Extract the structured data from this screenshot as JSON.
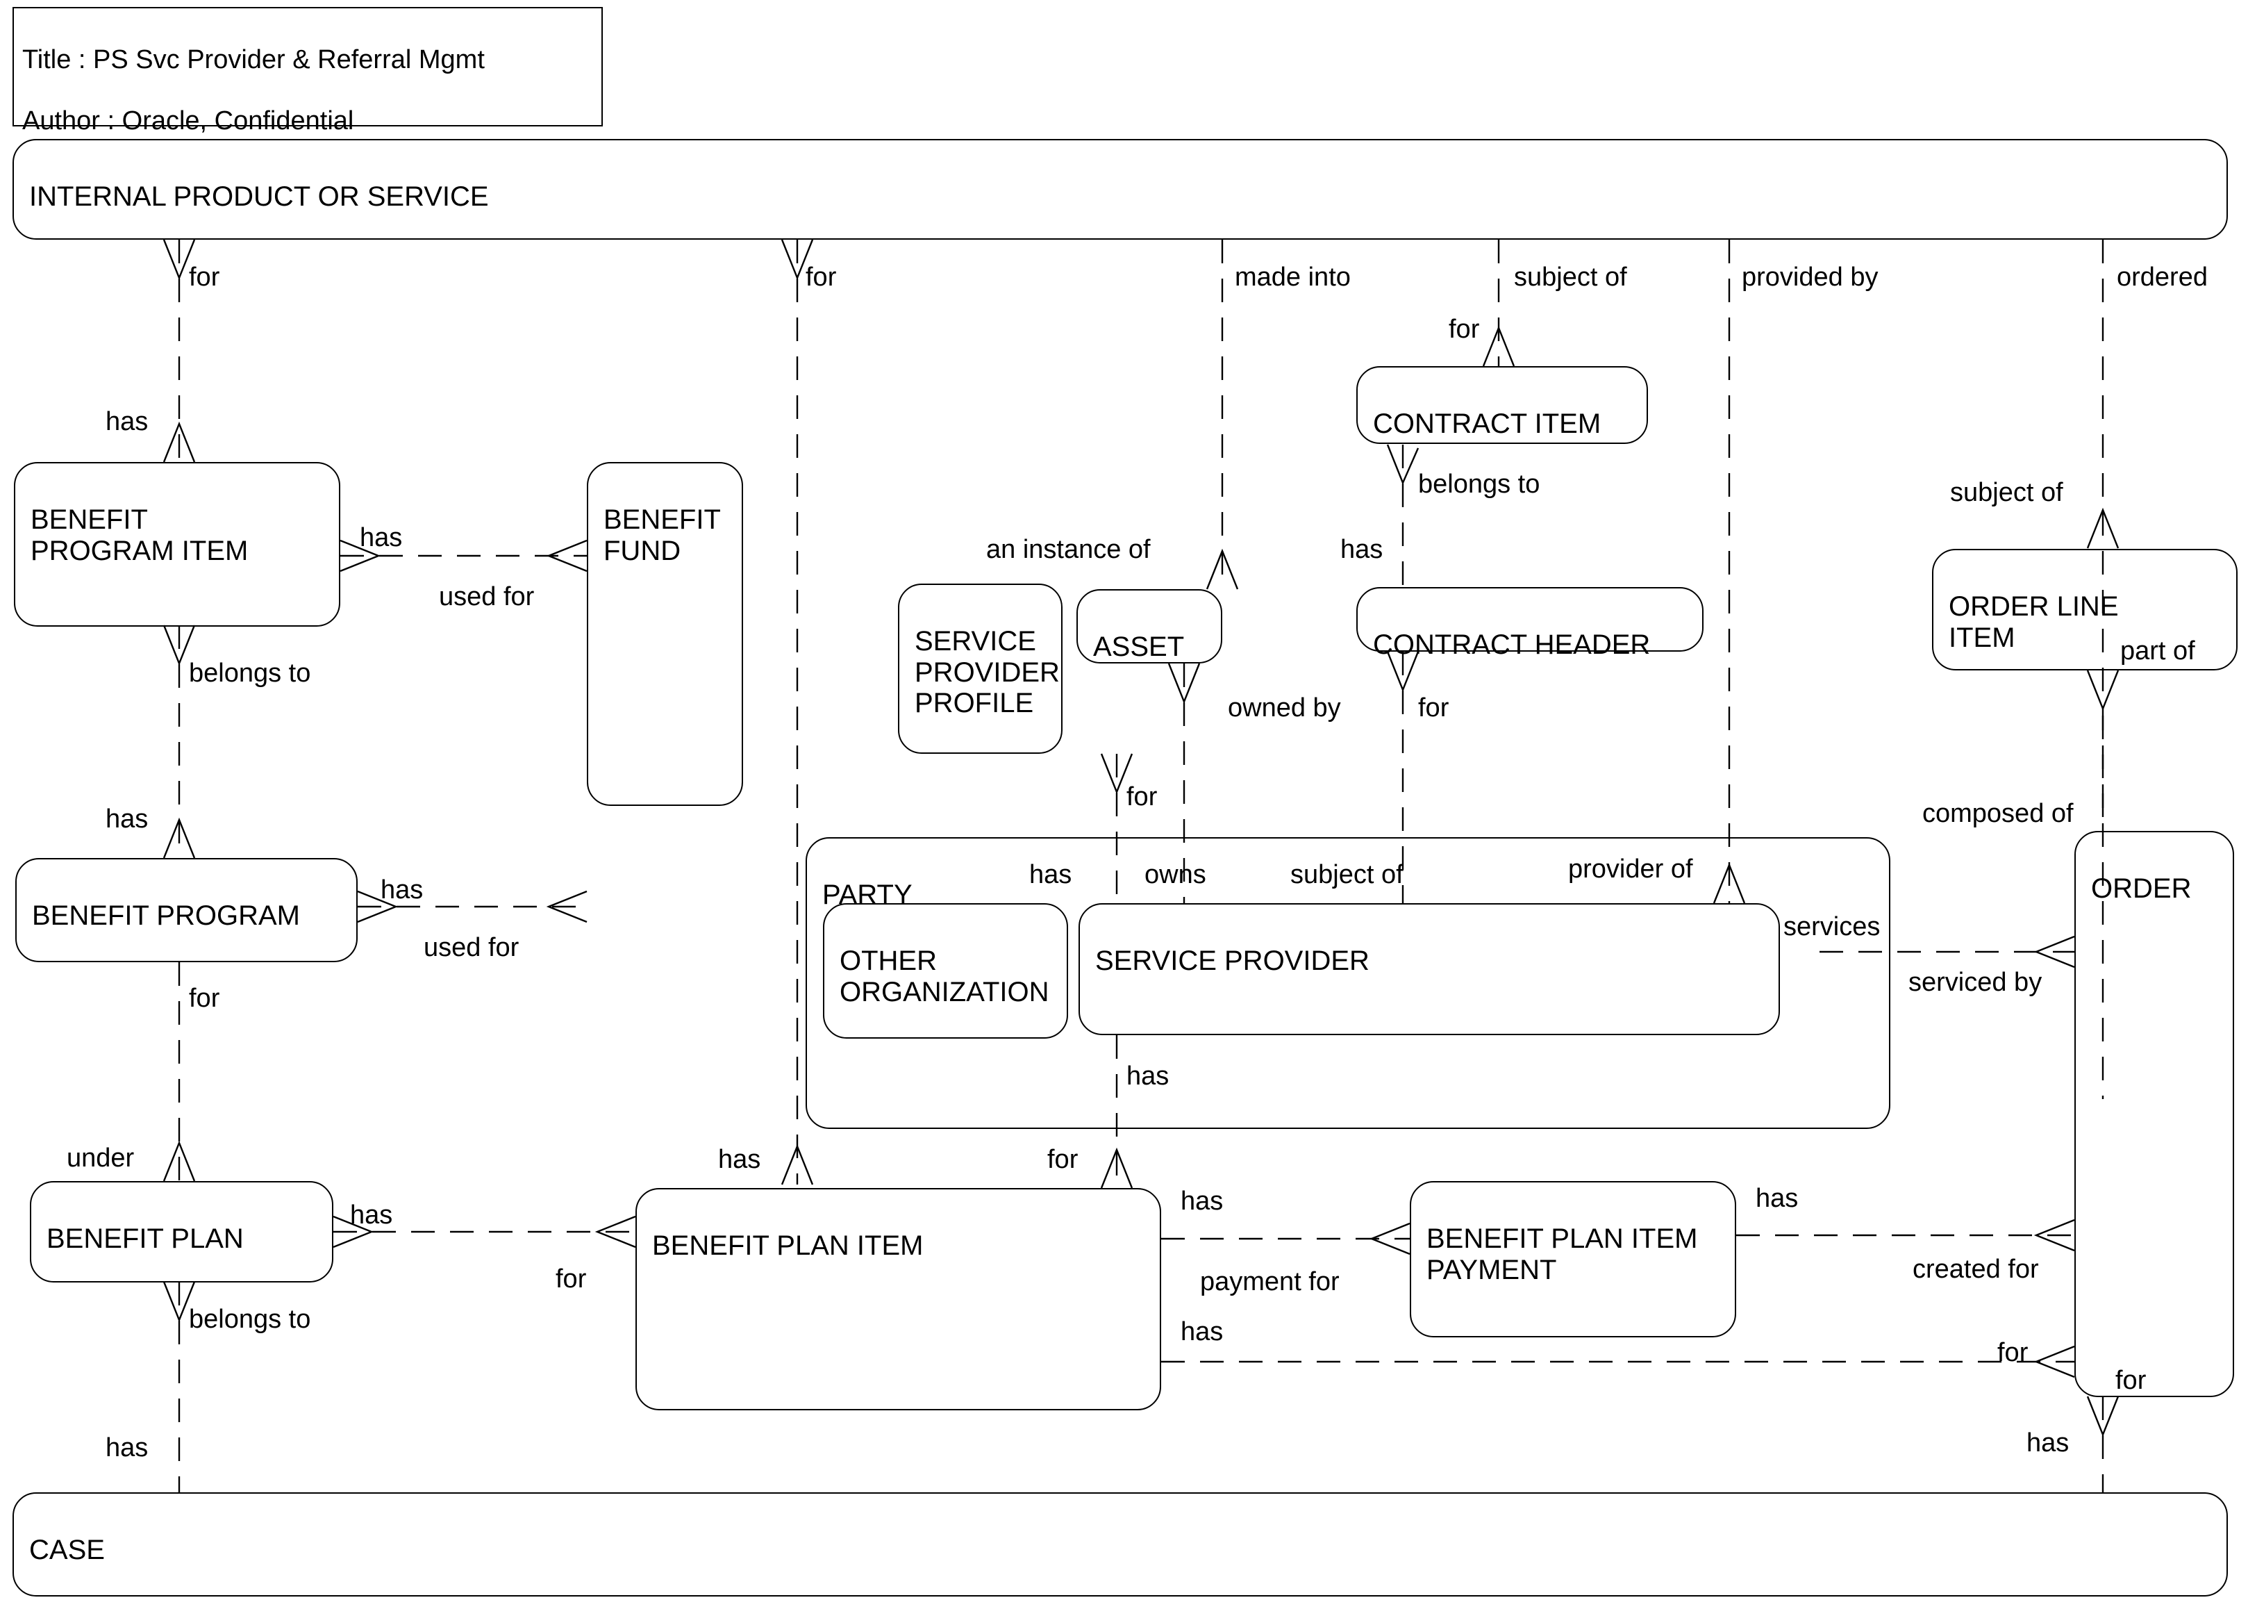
{
  "diagram": {
    "title_block": {
      "line1": "Title : PS Svc Provider & Referral Mgmt",
      "line2": "Author : Oracle, Confidential"
    },
    "entities": [
      {
        "id": "internal-product-or-service",
        "name": "INTERNAL PRODUCT OR SERVICE"
      },
      {
        "id": "benefit-program-item",
        "name": "BENEFIT\nPROGRAM ITEM"
      },
      {
        "id": "benefit-fund",
        "name": "BENEFIT\nFUND"
      },
      {
        "id": "benefit-program",
        "name": "BENEFIT PROGRAM"
      },
      {
        "id": "benefit-plan",
        "name": "BENEFIT PLAN"
      },
      {
        "id": "benefit-plan-item",
        "name": "BENEFIT PLAN ITEM"
      },
      {
        "id": "benefit-plan-item-payment",
        "name": "BENEFIT PLAN ITEM\nPAYMENT"
      },
      {
        "id": "service-provider-profile",
        "name": "SERVICE\nPROVIDER\nPROFILE"
      },
      {
        "id": "asset",
        "name": "ASSET"
      },
      {
        "id": "contract-item",
        "name": "CONTRACT ITEM"
      },
      {
        "id": "contract-header",
        "name": "CONTRACT HEADER"
      },
      {
        "id": "party",
        "name": "PARTY"
      },
      {
        "id": "other-organization",
        "name": "OTHER\nORGANIZATION"
      },
      {
        "id": "service-provider",
        "name": "SERVICE PROVIDER"
      },
      {
        "id": "order",
        "name": "ORDER"
      },
      {
        "id": "order-line-item",
        "name": "ORDER LINE\nITEM"
      },
      {
        "id": "case",
        "name": "CASE"
      }
    ],
    "relationship_labels": [
      {
        "id": "r-for-ips-bpi",
        "text": "for"
      },
      {
        "id": "r-for-ips-bpitem",
        "text": "for"
      },
      {
        "id": "r-made-into",
        "text": "made into"
      },
      {
        "id": "r-subject-of-ci",
        "text": "subject of"
      },
      {
        "id": "r-provided-by",
        "text": "provided by"
      },
      {
        "id": "r-ordered",
        "text": "ordered"
      },
      {
        "id": "r-for-contract-item",
        "text": "for"
      },
      {
        "id": "r-has-bpi-top",
        "text": "has"
      },
      {
        "id": "r-has-bpi-fund",
        "text": "has"
      },
      {
        "id": "r-used-for-bpi-fund",
        "text": "used for"
      },
      {
        "id": "r-belongs-to-bpi",
        "text": "belongs to"
      },
      {
        "id": "r-has-bp-top",
        "text": "has"
      },
      {
        "id": "r-has-bp-fund",
        "text": "has"
      },
      {
        "id": "r-used-for-bp-fund",
        "text": "used for"
      },
      {
        "id": "r-for-bp-plan",
        "text": "for"
      },
      {
        "id": "r-under",
        "text": "under"
      },
      {
        "id": "r-belongs-to-plan",
        "text": "belongs to"
      },
      {
        "id": "r-has-plan-case",
        "text": "has"
      },
      {
        "id": "r-has-plan-item",
        "text": "has"
      },
      {
        "id": "r-for-plan-item",
        "text": "for"
      },
      {
        "id": "r-belongs-to-contract",
        "text": "belongs to"
      },
      {
        "id": "r-has-contract-header",
        "text": "has"
      },
      {
        "id": "r-an-instance-of",
        "text": "an instance of"
      },
      {
        "id": "r-owned-by",
        "text": "owned by"
      },
      {
        "id": "r-for-contract-header",
        "text": "for"
      },
      {
        "id": "r-for-spp",
        "text": "for"
      },
      {
        "id": "r-subject-of-oli",
        "text": "subject of"
      },
      {
        "id": "r-part-of",
        "text": "part of"
      },
      {
        "id": "r-composed-of",
        "text": "composed of"
      },
      {
        "id": "r-has-party",
        "text": "has"
      },
      {
        "id": "r-owns",
        "text": "owns"
      },
      {
        "id": "r-subject-of-party",
        "text": "subject of"
      },
      {
        "id": "r-provider-of",
        "text": "provider of"
      },
      {
        "id": "r-services",
        "text": "services"
      },
      {
        "id": "r-serviced-by",
        "text": "serviced by"
      },
      {
        "id": "r-has-sp-below",
        "text": "has"
      },
      {
        "id": "r-has-bpitem-top",
        "text": "has"
      },
      {
        "id": "r-for-bpitem-top",
        "text": "for"
      },
      {
        "id": "r-has-bpip",
        "text": "has"
      },
      {
        "id": "r-payment-for",
        "text": "payment for"
      },
      {
        "id": "r-has-bpitem-order",
        "text": "has"
      },
      {
        "id": "r-has-bpip-order",
        "text": "has"
      },
      {
        "id": "r-created-for",
        "text": "created for"
      },
      {
        "id": "r-for-order-lower",
        "text": "for"
      },
      {
        "id": "r-for-order-case",
        "text": "for"
      },
      {
        "id": "r-has-order-case",
        "text": "has"
      }
    ],
    "colors": {
      "stroke": "#000000",
      "background": "#ffffff",
      "text": "#000000"
    }
  }
}
